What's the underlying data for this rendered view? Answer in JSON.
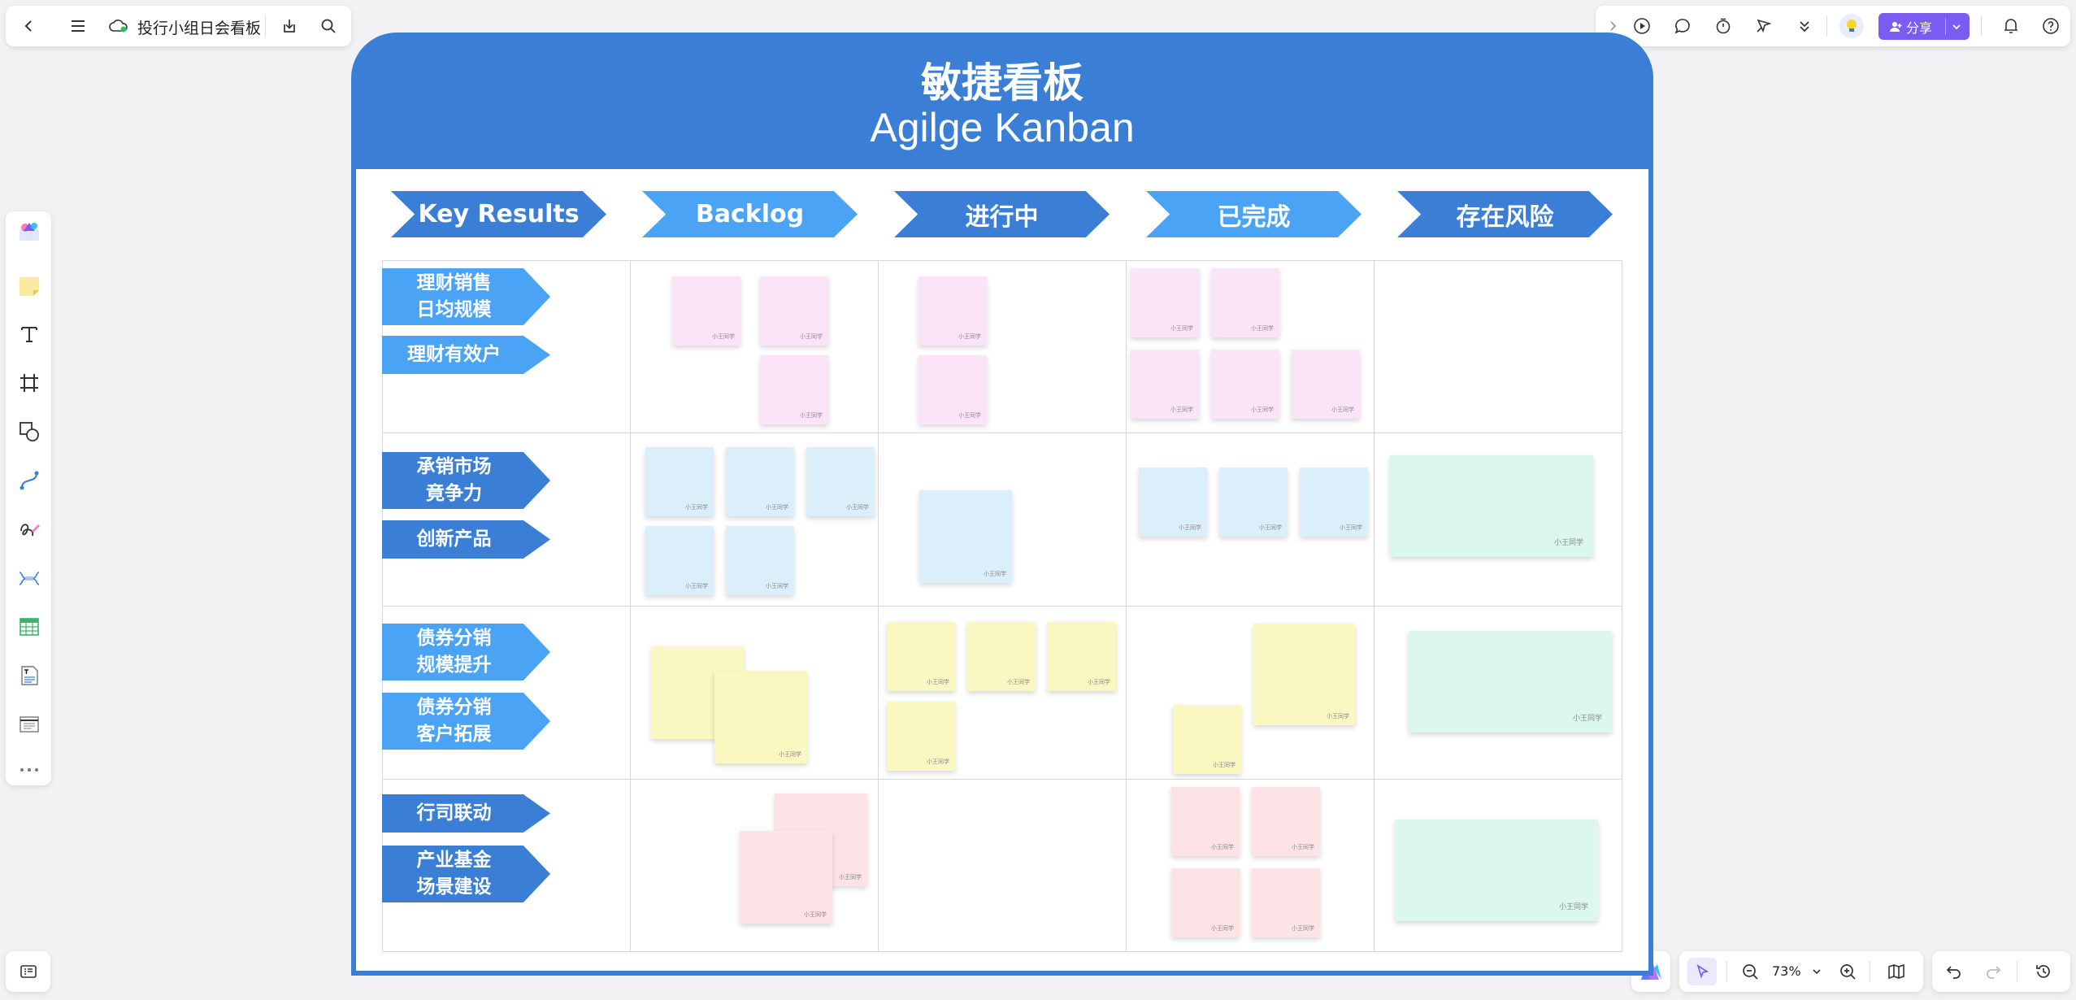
{
  "topbar": {
    "doc_title": "投行小组日会看板"
  },
  "right_toolbar": {
    "share_label": "分享"
  },
  "board": {
    "title_cn": "敏捷看板",
    "title_en": "Agilge Kanban",
    "columns": [
      "Key Results",
      "Backlog",
      "进行中",
      "已完成",
      "存在风险"
    ],
    "rows": [
      {
        "labels": [
          "理财销售\n日均规模",
          "理财有效户"
        ]
      },
      {
        "labels": [
          "承销市场\n竟争力",
          "创新产品"
        ]
      },
      {
        "labels": [
          "债券分销\n规模提升",
          "债券分销\n客户拓展"
        ]
      },
      {
        "labels": [
          "行司联动",
          "产业基金\n场景建设"
        ]
      }
    ]
  },
  "note_author": "小王同学",
  "zoom": {
    "level": "73%"
  },
  "colors": {
    "board_blue": "#3a7fd5",
    "arrow_light": "#4aa3f5",
    "share_purple": "#7b5cf0",
    "note_pink": "#fce4f8",
    "note_blue": "#dbeffb",
    "note_yellow": "#fbf7c0",
    "note_red": "#fde3e6",
    "note_green": "#dcf7ec"
  }
}
